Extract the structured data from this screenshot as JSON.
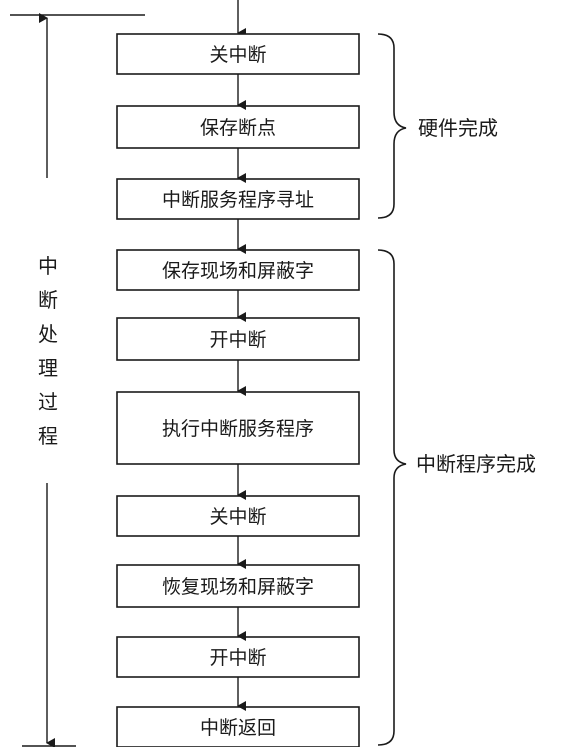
{
  "steps": [
    "关中断",
    "保存断点",
    "中断服务程序寻址",
    "保存现场和屏蔽字",
    "开中断",
    "执行中断服务程序",
    "关中断",
    "恢复现场和屏蔽字",
    "开中断",
    "中断返回"
  ],
  "groups": {
    "hardware": "硬件完成",
    "program": "中断程序完成"
  },
  "side_label": {
    "chars": [
      "中",
      "断",
      "处",
      "理",
      "过",
      "程"
    ]
  }
}
